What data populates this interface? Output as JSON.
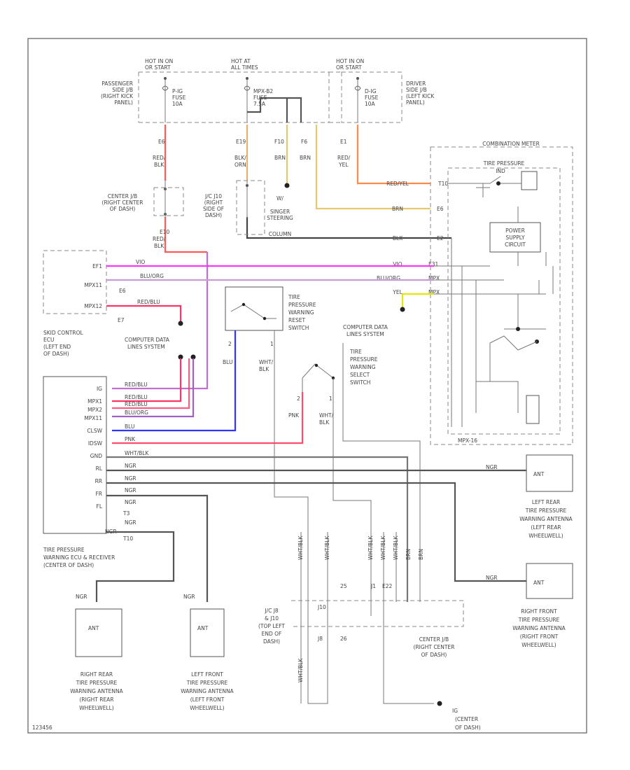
{
  "colors": {
    "red": "#ff5a5a",
    "orange": "#ffaa55",
    "yellow": "#e6c86e",
    "pink": "#e060e0",
    "magenta": "#ff33ff",
    "blue": "#3333ff",
    "black": "#222222",
    "gray": "#999999"
  },
  "fuses": {
    "left": {
      "hot": "HOT IN ON",
      "hot2": "OR START",
      "name": "P-IG",
      "fuse": "FUSE",
      "amp": "10A",
      "pin": "E6",
      "wire": "RED/",
      "wire2": "BLK"
    },
    "mid": {
      "hot": "HOT AT",
      "hot2": "ALL TIMES",
      "name": "MPX-B2",
      "fuse": "FUSE",
      "amp": "7.5A",
      "pin": "E19",
      "wire": "BLK/",
      "wire2": "ORN"
    },
    "right": {
      "hot": "HOT IN ON",
      "hot2": "OR START",
      "name": "D-IG",
      "fuse": "FUSE",
      "amp": "10A",
      "pin": "E1",
      "wire": "RED/",
      "wire2": "YEL"
    }
  },
  "jb_passenger": [
    "PASSENGER",
    "SIDE J/B",
    "(RIGHT KICK",
    "PANEL)"
  ],
  "jb_driver": [
    "DRIVER",
    "SIDE J/B",
    "(LEFT KICK",
    "PANEL)"
  ],
  "pins_mid": {
    "f10": "F10",
    "f6": "F6",
    "brn": "BRN",
    "brn2": "BRN"
  },
  "center_jb1": [
    "CENTER J/B",
    "(RIGHT CENTER",
    "OF DASH)"
  ],
  "jc_j10": [
    "J/C J10",
    "(RIGHT",
    "SIDE OF",
    "DASH)"
  ],
  "steering": [
    "W/",
    "SINGER",
    "STEERING",
    "COLUMN"
  ],
  "e10": {
    "pin": "E10",
    "w1": "RED/",
    "w2": "BLK"
  },
  "combination_meter": {
    "title": "COMBINATION METER",
    "lamp": "TIRE PRESSURE",
    "lamp2": "IND",
    "power": "POWER",
    "power2": "SUPPLY",
    "power3": "CIRCUIT",
    "conn": "MPX-16"
  },
  "meter_pins": [
    {
      "wire": "RED/YEL",
      "pin": "T10"
    },
    {
      "wire": "BRN",
      "pin": "E6"
    },
    {
      "wire": "BLK",
      "pin": "E2"
    },
    {
      "wire": "VIO",
      "pin": "E31"
    },
    {
      "wire": "BLU/ORG",
      "pin": "MPX"
    },
    {
      "wire": "YEL",
      "pin": "MPX"
    }
  ],
  "skid_ecu": {
    "pins": [
      "EF1",
      "MPX11",
      "E6",
      "MPX12",
      "E7"
    ],
    "wires": [
      "VIO",
      "BLU/ORG",
      "RED/BLU"
    ],
    "label": [
      "SKID CONTROL",
      "ECU",
      "(LEFT END",
      "OF DASH)"
    ]
  },
  "reset_switch": [
    "TIRE",
    "PRESSURE",
    "WARNING",
    "RESET",
    "SWITCH"
  ],
  "select_switch": [
    "TIRE",
    "PRESSURE",
    "WARNING",
    "SELECT",
    "SWITCH"
  ],
  "cdl1": [
    "COMPUTER DATA",
    "LINES SYSTEM"
  ],
  "cdl2": [
    "COMPUTER DATA",
    "LINES SYSTEM"
  ],
  "ecu_main": {
    "pins": [
      "IG",
      "MPX1",
      "MPX2",
      "MPX11",
      "CLSW",
      "IDSW",
      "GND",
      "RL",
      "RR",
      "FR",
      "FL",
      "T3",
      "T10"
    ],
    "wires": [
      "RED/BLU",
      "RED/BLU",
      "RED/BLU",
      "BLU/ORG",
      "BLU",
      "PNK",
      "WHT/BLK",
      "NGR",
      "NGR",
      "NGR",
      "NGR",
      "NGR",
      "NGR"
    ],
    "label": [
      "TIRE PRESSURE",
      "WARNING ECU & RECEIVER",
      "(CENTER OF DASH)"
    ]
  },
  "wire_tags": {
    "blu": "BLU",
    "whtblk": "WHT/",
    "whtblk2": "BLK",
    "pnk": "PNK",
    "whtblk3": "WHT/",
    "whtblk4": "BLK",
    "sw1": "2",
    "sw2": "1",
    "sw3": "2",
    "sw4": "1"
  },
  "antennas": {
    "left_rear": [
      "LEFT REAR",
      "TIRE PRESSURE",
      "WARNING ANTENNA",
      "(LEFT REAR",
      "WHEELWELL)"
    ],
    "right_front": [
      "RIGHT FRONT",
      "TIRE PRESSURE",
      "WARNING ANTENNA",
      "(RIGHT FRONT",
      "WHEELWELL)"
    ],
    "right_rear": [
      "RIGHT REAR",
      "TIRE PRESSURE",
      "WARNING ANTENNA",
      "(RIGHT REAR",
      "WHEELWELL)"
    ],
    "left_front": [
      "LEFT FRONT",
      "TIRE PRESSURE",
      "WARNING ANTENNA",
      "(LEFT FRONT",
      "WHEELWELL)"
    ],
    "ant": "ANT",
    "ngr": "NGR",
    "ngr2": "NGR",
    "ngr3": "NGR",
    "ngr4": "NGR"
  },
  "jc_j8": [
    "J/C J8",
    "& J10",
    "(TOP LEFT",
    "END OF",
    "DASH)"
  ],
  "j10_tag": "J10",
  "center_jb2": [
    "CENTER J/B",
    "(RIGHT CENTER",
    "OF DASH)"
  ],
  "ground": [
    "IG",
    "(CENTER",
    "OF DASH)"
  ],
  "vert_wires": [
    "WHT/BLK",
    "WHT/BLK",
    "WHT/BLK",
    "WHT/BLK",
    "WHT/BLK",
    "WHT/BLK",
    "BRN",
    "BRN"
  ],
  "pin_labels": {
    "p25": "25",
    "p26": "26",
    "j8": "J8",
    "j1": "J1",
    "e22": "E22"
  },
  "footer_id": "123456"
}
